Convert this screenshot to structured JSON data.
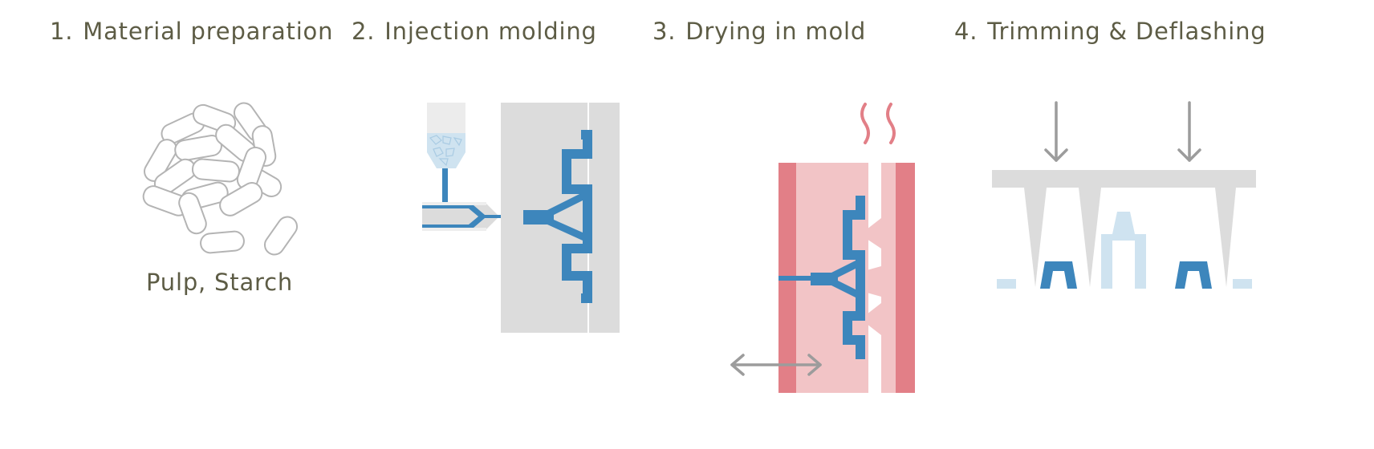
{
  "steps": [
    {
      "number": "1.",
      "title": "Material preparation"
    },
    {
      "number": "2.",
      "title": "Injection molding"
    },
    {
      "number": "3.",
      "title": "Drying in mold"
    },
    {
      "number": "4.",
      "title": "Trimming & Deflashing"
    }
  ],
  "material": {
    "label": "Pulp, Starch"
  },
  "colors": {
    "text": "#5d5c45",
    "part_blue": "#3d86bc",
    "light_blue": "#cfe3f0",
    "mold_gray": "#dcdcdc",
    "arrow_gray": "#9c9c9c",
    "heated_mold": "#f2c4c6",
    "heater_red": "#e27f87"
  }
}
